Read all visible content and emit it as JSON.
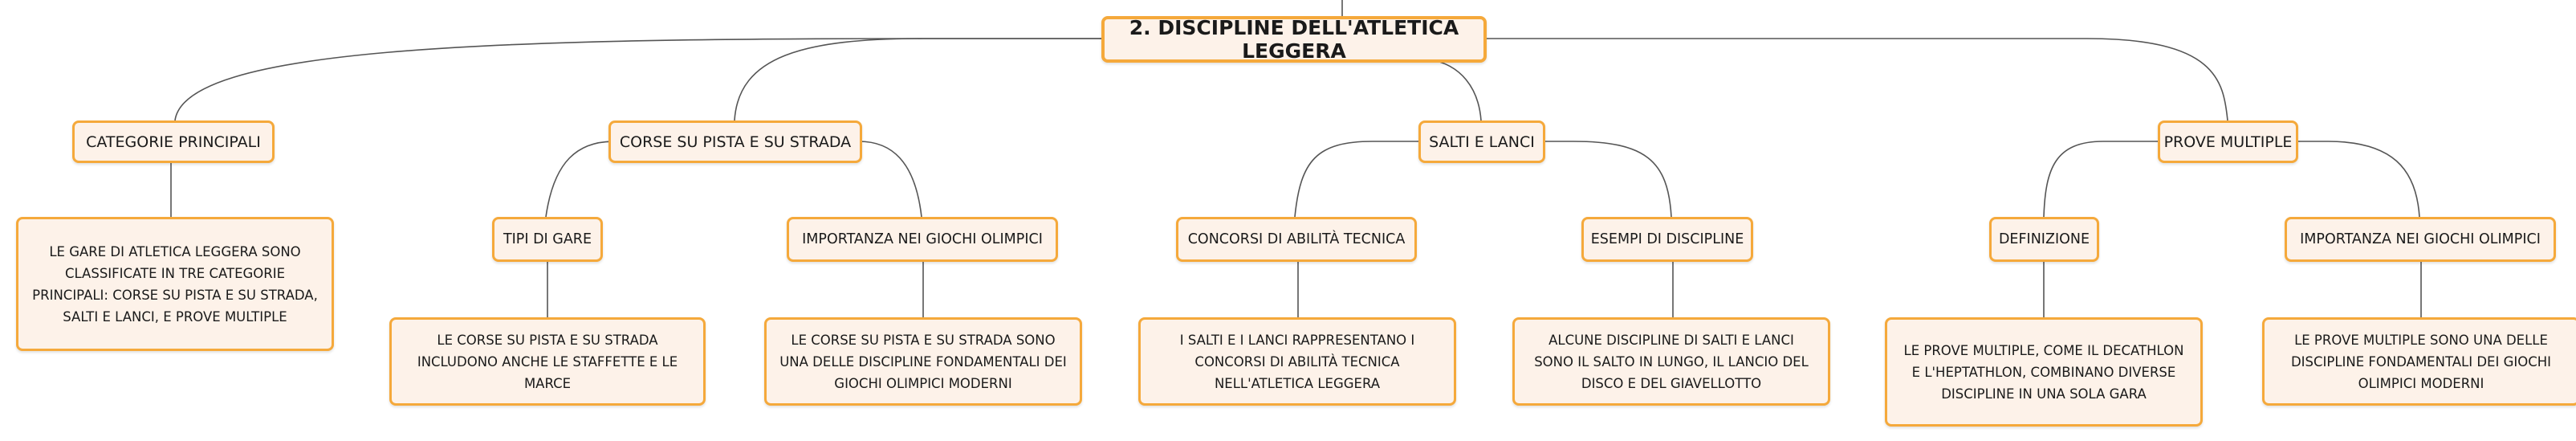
{
  "root": {
    "label": "2. DISCIPLINE DELL'ATLETICA LEGGERA"
  },
  "categorie": {
    "label": "CATEGORIE PRINCIPALI",
    "text": "LE GARE DI ATLETICA LEGGERA SONO CLASSIFICATE IN TRE CATEGORIE PRINCIPALI: CORSE SU PISTA E SU STRADA, SALTI E LANCI, E PROVE MULTIPLE"
  },
  "corse": {
    "label": "CORSE SU PISTA E SU STRADA",
    "tipi": {
      "label": "TIPI DI GARE",
      "text": "LE CORSE SU PISTA E SU STRADA INCLUDONO ANCHE LE STAFFETTE E LE MARCE"
    },
    "importanza": {
      "label": "IMPORTANZA NEI GIOCHI OLIMPICI",
      "text": "LE CORSE SU PISTA E SU STRADA SONO UNA DELLE DISCIPLINE FONDAMENTALI DEI GIOCHI OLIMPICI MODERNI"
    }
  },
  "salti": {
    "label": "SALTI E LANCI",
    "concorsi": {
      "label": "CONCORSI DI ABILITÀ TECNICA",
      "text": "I SALTI E I LANCI RAPPRESENTANO I CONCORSI DI ABILITÀ TECNICA NELL'ATLETICA LEGGERA"
    },
    "esempi": {
      "label": "ESEMPI DI DISCIPLINE",
      "text": "ALCUNE DISCIPLINE DI SALTI E LANCI SONO IL SALTO IN LUNGO, IL LANCIO DEL DISCO E DEL GIAVELLOTTO"
    }
  },
  "prove": {
    "label": "PROVE MULTIPLE",
    "definizione": {
      "label": "DEFINIZIONE",
      "text": "LE PROVE MULTIPLE, COME IL DECATHLON E L'HEPTATHLON, COMBINANO DIVERSE DISCIPLINE IN UNA SOLA GARA"
    },
    "importanza": {
      "label": "IMPORTANZA NEI GIOCHI OLIMPICI",
      "text": "LE PROVE MULTIPLE SONO UNA DELLE DISCIPLINE FONDAMENTALI DEI GIOCHI OLIMPICI MODERNI"
    }
  }
}
